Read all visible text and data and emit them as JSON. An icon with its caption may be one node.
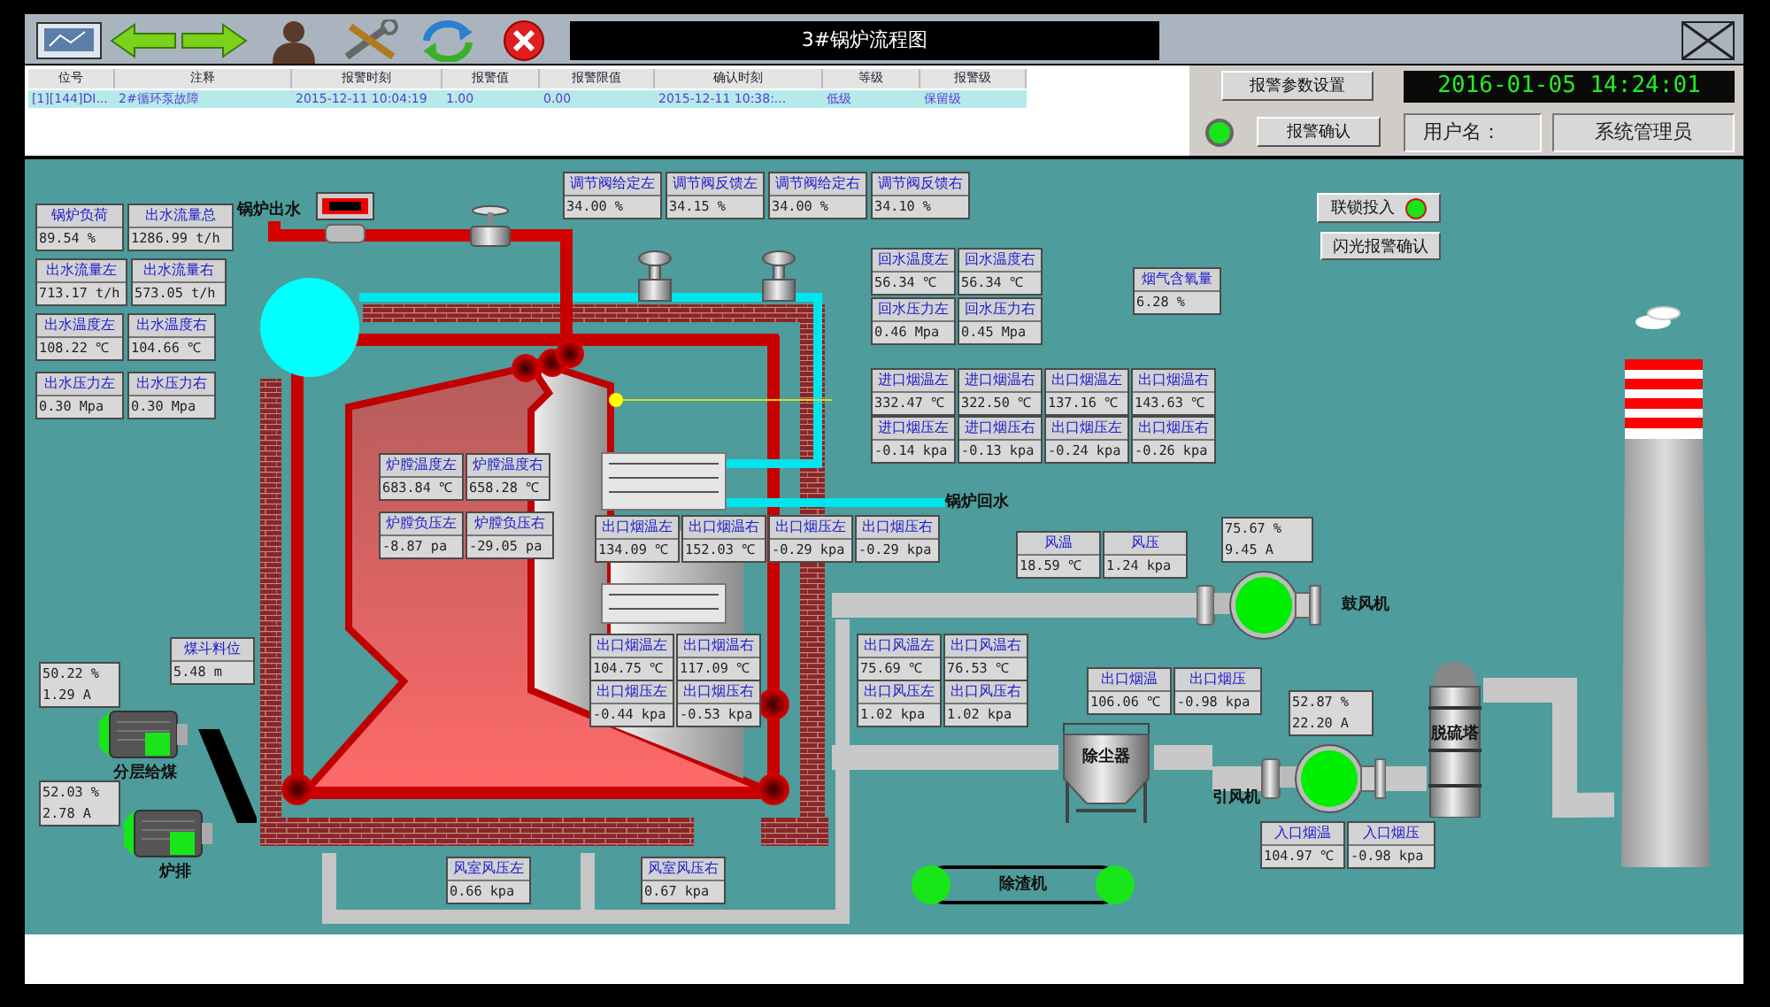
{
  "diagram": {
    "title": "3#锅炉流程图",
    "nodes": [
      {
        "text": [
          "锅炉负荷",
          "89.54 %"
        ]
      },
      {
        "text": [
          "出水流量总",
          "1286.99 t/h"
        ]
      },
      {
        "text": [
          "出水流量左",
          "713.17 t/h"
        ]
      },
      {
        "text": [
          "出水流量右",
          "573.05 t/h"
        ]
      },
      {
        "text": [
          "出水温度左",
          "108.22 ℃"
        ]
      },
      {
        "text": [
          "出水温度右",
          "104.66 ℃"
        ]
      },
      {
        "text": [
          "出水压力左",
          "0.30 Mpa"
        ]
      },
      {
        "text": [
          "出水压力右",
          "0.30 Mpa"
        ]
      },
      {
        "text": [
          "锅炉出水"
        ]
      },
      {
        "text": [
          "调节阀给定左",
          "34.00 %"
        ]
      },
      {
        "text": [
          "调节阀反馈左",
          "34.15 %"
        ]
      },
      {
        "text": [
          "调节阀给定右",
          "34.00 %"
        ]
      },
      {
        "text": [
          "调节阀反馈右",
          "34.10 %"
        ]
      },
      {
        "text": [
          "回水温度左",
          "56.34 ℃"
        ]
      },
      {
        "text": [
          "回水温度右",
          "56.34 ℃"
        ]
      },
      {
        "text": [
          "回水压力左",
          "0.46 Mpa"
        ]
      },
      {
        "text": [
          "回水压力右",
          "0.45 Mpa"
        ]
      },
      {
        "text": [
          "烟气含氧量",
          "6.28 %"
        ]
      },
      {
        "text": [],
        "shape": "picture"
      },
      {
        "text": [
          "炉膛温度左",
          "683.84 ℃"
        ],
        "in": 18
      },
      {
        "text": [
          "炉膛温度右",
          "658.28 ℃"
        ],
        "in": 18
      },
      {
        "text": [
          "炉膛负压左",
          "-8.87 pa"
        ],
        "in": 18
      },
      {
        "text": [
          "炉膛负压右",
          "-29.05 pa"
        ],
        "in": 18
      },
      {
        "text": [
          "出口烟温左",
          "134.09 ℃"
        ],
        "in": 18
      },
      {
        "text": [
          "出口烟温右",
          "152.03 ℃"
        ],
        "in": 18
      },
      {
        "text": [
          "出口烟压左",
          "-0.29 kpa"
        ]
      },
      {
        "text": [
          "出口烟压右",
          "-0.29 kpa"
        ]
      },
      {
        "text": [
          "出口烟温左",
          "104.75 ℃"
        ],
        "in": 18
      },
      {
        "text": [
          "出口烟温右",
          "117.09 ℃"
        ],
        "in": 18
      },
      {
        "text": [
          "出口烟压左",
          "-0.44 kpa"
        ],
        "in": 18
      },
      {
        "text": [
          "出口烟压右",
          "-0.53 kpa"
        ],
        "in": 18
      },
      {
        "text": [
          "进口烟温左",
          "332.47 ℃"
        ]
      },
      {
        "text": [
          "进口烟温右",
          "322.50 ℃"
        ]
      },
      {
        "text": [
          "出口烟温左",
          "137.16 ℃"
        ]
      },
      {
        "text": [
          "出口烟温右",
          "143.63 ℃"
        ]
      },
      {
        "text": [
          "进口烟压左",
          "-0.14 kpa"
        ]
      },
      {
        "text": [
          "进口烟压右",
          "-0.13 kpa"
        ]
      },
      {
        "text": [
          "出口烟压左",
          "-0.24 kpa"
        ]
      },
      {
        "text": [
          "出口烟压右",
          "-0.26 kpa"
        ]
      },
      {
        "text": [
          "锅炉回水"
        ]
      },
      {
        "text": [
          "风温",
          "18.59 ℃"
        ]
      },
      {
        "text": [
          "风压",
          "1.24 kpa"
        ]
      },
      {
        "text": [
          "75.67 %",
          "9.45 A"
        ]
      },
      {
        "text": [
          "鼓风机"
        ]
      },
      {
        "text": [
          "煤斗料位",
          "5.48 m"
        ]
      },
      {
        "text": [
          "出口风温左",
          "75.69 ℃"
        ]
      },
      {
        "text": [
          "出口风温右",
          "76.53 ℃"
        ]
      },
      {
        "text": [
          "出口风压左",
          "1.02 kpa"
        ]
      },
      {
        "text": [
          "出口风压右",
          "1.02 kpa"
        ]
      },
      {
        "text": [
          "50.22 %",
          "1.29 A"
        ]
      },
      {
        "text": [
          "出口烟温",
          "106.06 ℃"
        ]
      },
      {
        "text": [
          "出口烟压",
          "-0.98 kpa"
        ]
      },
      {
        "text": [
          "52.87 %",
          "22.20 A"
        ]
      },
      {
        "text": [
          "分层给煤"
        ]
      },
      {
        "text": [
          "除尘器"
        ]
      },
      {
        "text": [
          "引风机"
        ]
      },
      {
        "text": [
          "脱硫塔"
        ]
      },
      {
        "text": [
          "52.03 %",
          "2.78 A"
        ]
      },
      {
        "text": [
          "炉排"
        ]
      },
      {
        "text": [
          "入口烟温",
          "104.97 ℃"
        ]
      },
      {
        "text": [
          "入口烟压",
          "-0.98 kpa"
        ]
      },
      {
        "text": [
          "风室风压左",
          "0.66 kpa"
        ]
      },
      {
        "text": [
          "风室风压右",
          "0.67 kpa"
        ]
      },
      {
        "text": [
          "除渣机"
        ]
      },
      {
        "text": [],
        "shape": "picture"
      }
    ],
    "edges": [
      {
        "from": 18,
        "to": 8,
        "arrow": "none",
        "color": "#d40000"
      },
      {
        "from": 18,
        "to": 39,
        "arrow": "none",
        "color": "#00e5ee"
      },
      {
        "from": 43,
        "to": 18,
        "arrow": "none"
      },
      {
        "from": 18,
        "to": 54,
        "arrow": "none"
      },
      {
        "from": 54,
        "to": 55,
        "arrow": "none"
      },
      {
        "from": 55,
        "to": 56,
        "arrow": "none"
      },
      {
        "from": 56,
        "to": 64,
        "arrow": "none"
      }
    ],
    "labels": [
      "位号",
      "注释",
      "报警时刻",
      "报警值",
      "报警限值",
      "确认时刻",
      "等级",
      "报警级",
      "[1][144]DI...",
      "2#循环泵故障",
      "2015-12-11 10:04:19",
      "1.00",
      "0.00",
      "2015-12-11 10:38:...",
      "低级",
      "保留级",
      "报警参数设置",
      "2016-01-05 14:24:01",
      "报警确认",
      "用户名：",
      "系统管理员",
      "联锁投入",
      "闪光报警确认"
    ]
  }
}
